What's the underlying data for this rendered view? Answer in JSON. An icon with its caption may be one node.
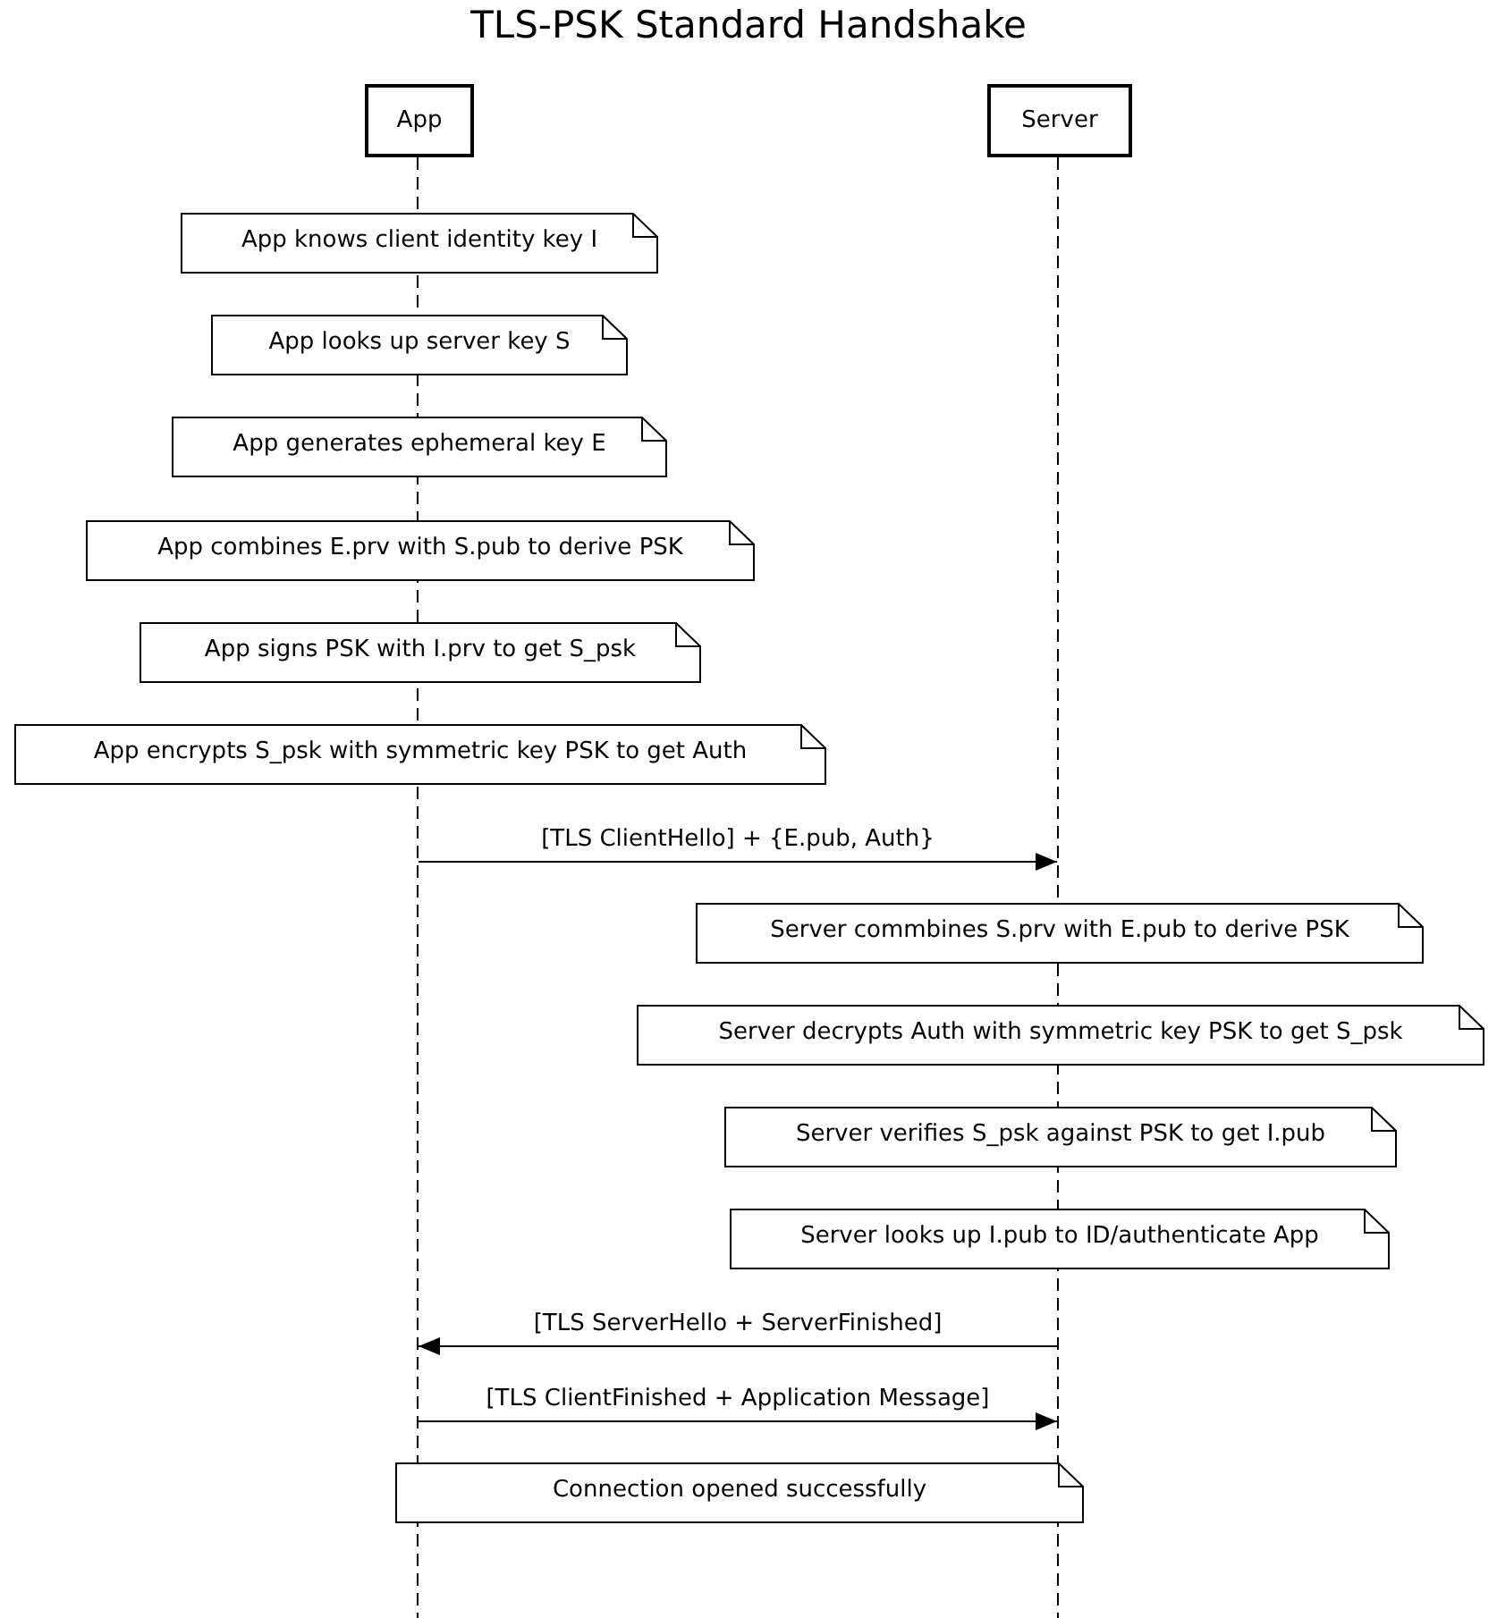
{
  "diagram": {
    "title": "TLS-PSK Standard Handshake",
    "nodes": [
      {
        "text": [
          "App"
        ]
      },
      {
        "text": [
          "Server"
        ]
      },
      {
        "text": [
          "App knows client identity key I"
        ]
      },
      {
        "text": [
          "App looks up server key S"
        ]
      },
      {
        "text": [
          "App generates ephemeral key E"
        ]
      },
      {
        "text": [
          "App combines E.prv with S.pub to derive PSK"
        ]
      },
      {
        "text": [
          "App signs PSK with I.prv to get S_psk"
        ]
      },
      {
        "text": [
          "App encrypts S_psk with symmetric key PSK to get Auth"
        ]
      },
      {
        "text": [
          "Server commbines S.prv with E.pub to derive PSK"
        ]
      },
      {
        "text": [
          "Server decrypts Auth with symmetric key PSK to get S_psk"
        ]
      },
      {
        "text": [
          "Server verifies S_psk against PSK to get I.pub"
        ]
      },
      {
        "text": [
          "Server looks up I.pub to ID/authenticate App"
        ]
      },
      {
        "text": [
          "Connection opened successfully"
        ]
      },
      {
        "text": [],
        "shape": "line"
      },
      {
        "text": [],
        "shape": "line"
      }
    ],
    "edges": [
      {
        "from": 13,
        "to": 14,
        "arrow": "to",
        "label": "[TLS ClientHello] + {E.pub, Auth}"
      },
      {
        "from": 14,
        "to": 13,
        "arrow": "to",
        "label": "[TLS ServerHello + ServerFinished]"
      },
      {
        "from": 13,
        "to": 14,
        "arrow": "to",
        "label": "[TLS ClientFinished + Application Message]"
      }
    ]
  }
}
